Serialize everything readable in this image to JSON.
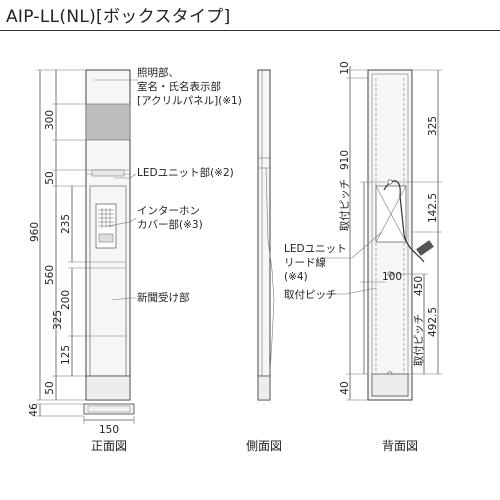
{
  "title": "AIP-LL(NL)[ボックスタイプ]",
  "front": {
    "dims_left": [
      "960",
      "300",
      "50",
      "235",
      "560",
      "200",
      "325",
      "125",
      "50",
      "46"
    ],
    "width_dim": "150",
    "callouts": {
      "name_plate_1": "照明部、",
      "name_plate_2": "室名・氏名表示部",
      "name_plate_3": "[アクリルパネル](※1)",
      "led_unit": "LEDユニット部(※2)",
      "intercom_1": "インターホン",
      "intercom_2": "カバー部(※3)",
      "newspaper": "新聞受け部"
    },
    "caption": "正面図"
  },
  "side": {
    "caption": "側面図"
  },
  "back": {
    "dims_left": [
      "10",
      "910",
      "40"
    ],
    "dims_right": [
      "325",
      "142.5",
      "100",
      "450",
      "492.5"
    ],
    "vertical_labels": [
      "取付ピッチ",
      "取付ピッチ"
    ],
    "callouts": {
      "led_wire_1": "LEDユニット",
      "led_wire_2": "リード線",
      "led_wire_3": "(※4)",
      "pitch": "取付ピッチ"
    },
    "caption": "背面図"
  }
}
